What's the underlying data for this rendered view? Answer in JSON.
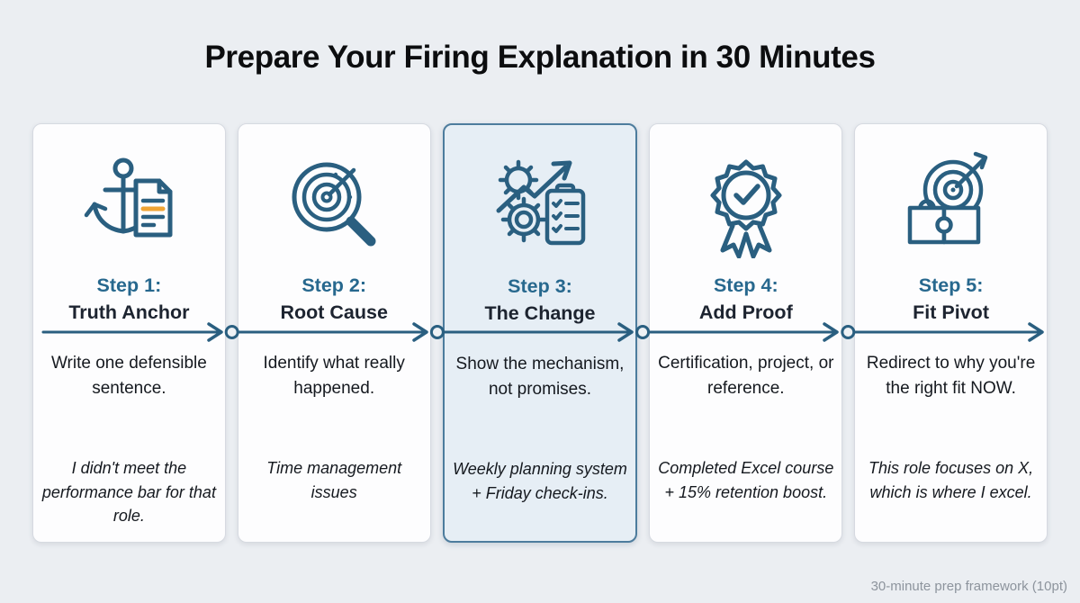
{
  "title": "Prepare Your Firing Explanation in 30 Minutes",
  "footer_note": "30-minute prep framework (10pt)",
  "colors": {
    "accent_teal": "#2a5f80",
    "step_label_blue": "#27688e",
    "highlight_card_bg": "#e6eef5",
    "highlight_card_border": "#4d7c9d",
    "document_accent_orange": "#f0a434",
    "page_background": "#ebeef2"
  },
  "steps": [
    {
      "step_label": "Step 1:",
      "name": "Truth Anchor",
      "description": "Write one defensible sentence.",
      "example": "I didn't meet the performance bar for that role.",
      "icon": "anchor-document-icon",
      "highlighted": false
    },
    {
      "step_label": "Step 2:",
      "name": "Root Cause",
      "description": "Identify what really happened.",
      "example": "Time management issues",
      "icon": "magnifier-target-icon",
      "highlighted": false
    },
    {
      "step_label": "Step 3:",
      "name": "The Change",
      "description": "Show the mechanism, not promises.",
      "example": "Weekly planning system + Friday check-ins.",
      "icon": "gears-growth-checklist-icon",
      "highlighted": true
    },
    {
      "step_label": "Step 4:",
      "name": "Add Proof",
      "description": "Certification, project, or reference.",
      "example": "Completed Excel course + 15% retention boost.",
      "icon": "award-ribbon-icon",
      "highlighted": false
    },
    {
      "step_label": "Step 5:",
      "name": "Fit Pivot",
      "description": "Redirect to why you're the right fit NOW.",
      "example": "This role focuses on X, which is where I excel.",
      "icon": "target-arrow-puzzle-icon",
      "highlighted": false
    }
  ]
}
